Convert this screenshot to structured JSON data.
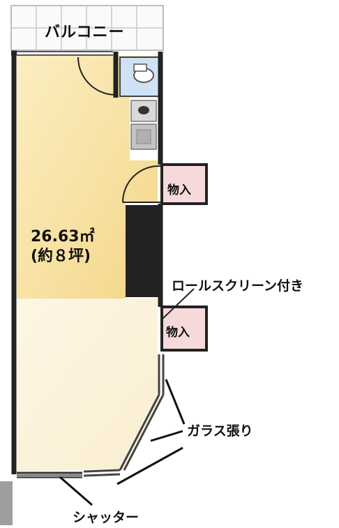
{
  "labels": {
    "balcony": "バルコニー",
    "area_line1": "26.63㎡",
    "area_line2": "(約８坪)",
    "closet_top": "物入",
    "closet_bottom": "物入",
    "roll_screen": "ロールスクリーン付き",
    "glass": "ガラス張り",
    "shutter": "シャッター"
  },
  "colors": {
    "floor_main": "#f7e2a4",
    "floor_lower": "#fbf1d9",
    "closet": "#f6dada",
    "wall": "#222222",
    "bath": "#cfe2f5",
    "balcony_grid": "#c8c8c8"
  }
}
